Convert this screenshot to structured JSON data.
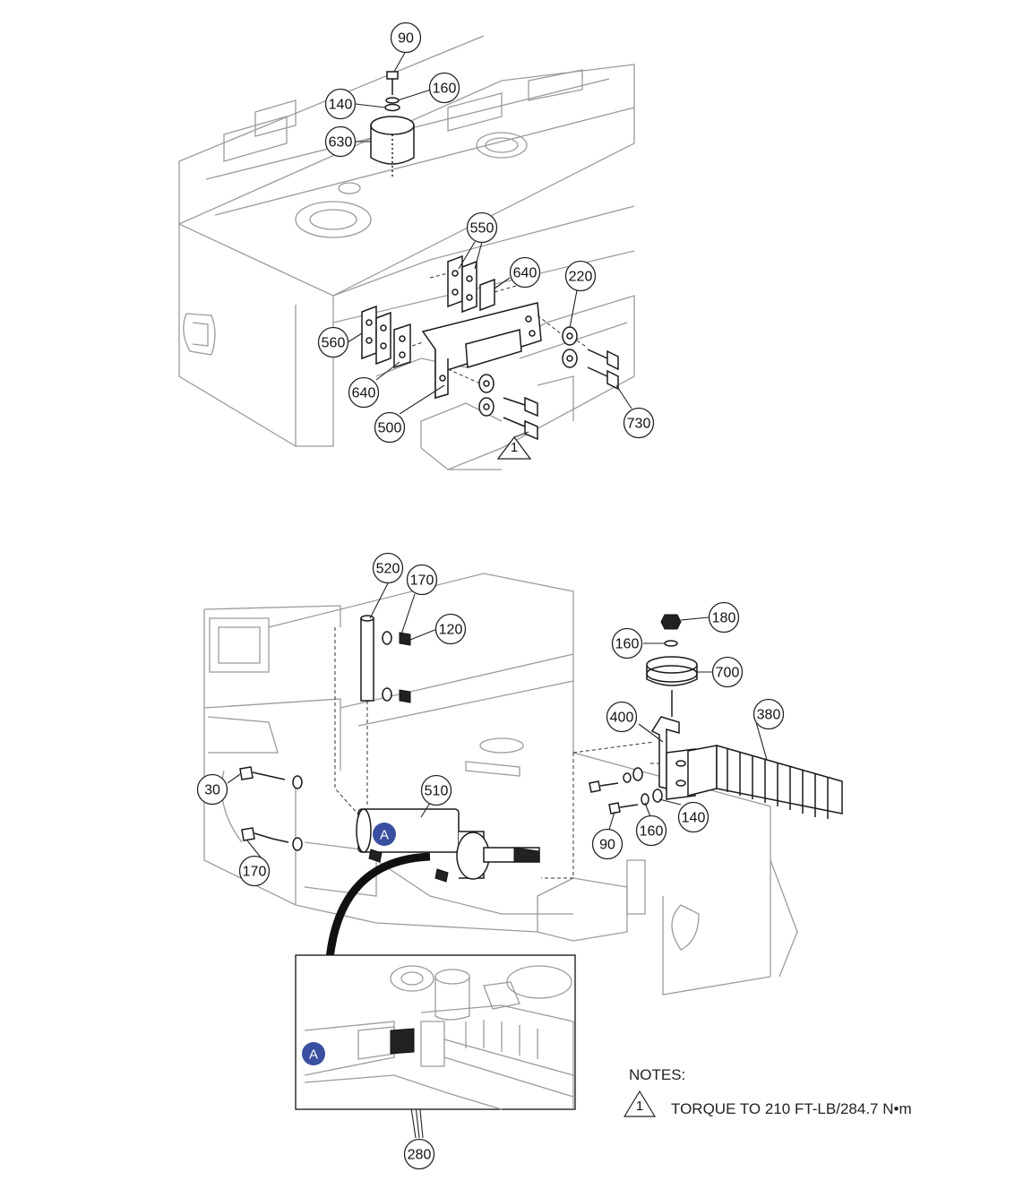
{
  "callouts_top": [
    {
      "label": "90"
    },
    {
      "label": "160"
    },
    {
      "label": "140"
    },
    {
      "label": "630"
    },
    {
      "label": "550"
    },
    {
      "label": "640"
    },
    {
      "label": "220"
    },
    {
      "label": "560"
    },
    {
      "label": "640"
    },
    {
      "label": "500"
    },
    {
      "label": "730"
    }
  ],
  "callouts_bottom": [
    {
      "label": "520"
    },
    {
      "label": "170"
    },
    {
      "label": "120"
    },
    {
      "label": "180"
    },
    {
      "label": "160"
    },
    {
      "label": "700"
    },
    {
      "label": "400"
    },
    {
      "label": "380"
    },
    {
      "label": "510"
    },
    {
      "label": "30"
    },
    {
      "label": "170"
    },
    {
      "label": "140"
    },
    {
      "label": "160"
    },
    {
      "label": "90"
    },
    {
      "label": "280"
    }
  ],
  "torque_flag": "1",
  "detail_marker": "A",
  "notes": {
    "title": "NOTES:",
    "items": [
      {
        "flag": "1",
        "text": "TORQUE TO 210 FT-LB/284.7 N•m"
      }
    ]
  },
  "colors": {
    "detail_marker": "#3a4fa0",
    "frame_line": "#9b9b9b",
    "part_line": "#1a1a1a"
  }
}
